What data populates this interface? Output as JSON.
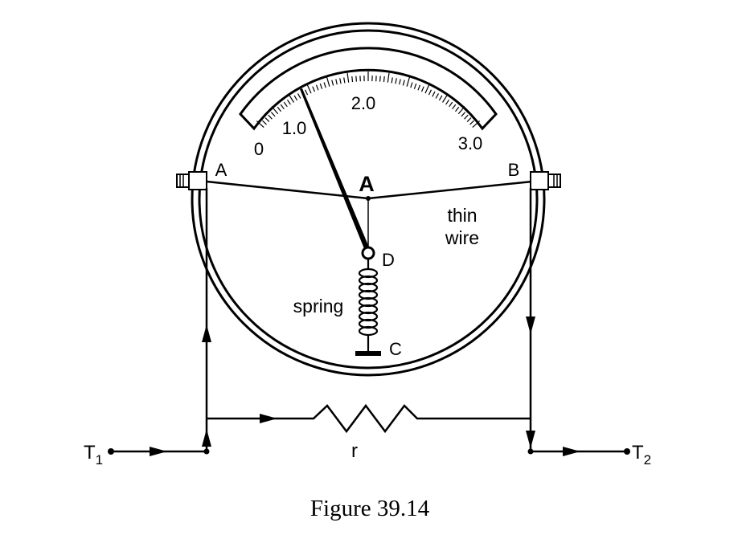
{
  "diagram": {
    "meter": {
      "scale_labels": [
        "0",
        "1.0",
        "2.0",
        "3.0"
      ],
      "meter_symbol": "A",
      "point_a": "A",
      "point_b": "B",
      "point_c": "C",
      "point_d": "D",
      "wire_label_line1": "thin",
      "wire_label_line2": "wire",
      "spring_label": "spring"
    },
    "circuit": {
      "terminal_1_main": "T",
      "terminal_1_sub": "1",
      "terminal_2_main": "T",
      "terminal_2_sub": "2",
      "resistor_label": "r"
    },
    "caption": "Figure 39.14"
  }
}
